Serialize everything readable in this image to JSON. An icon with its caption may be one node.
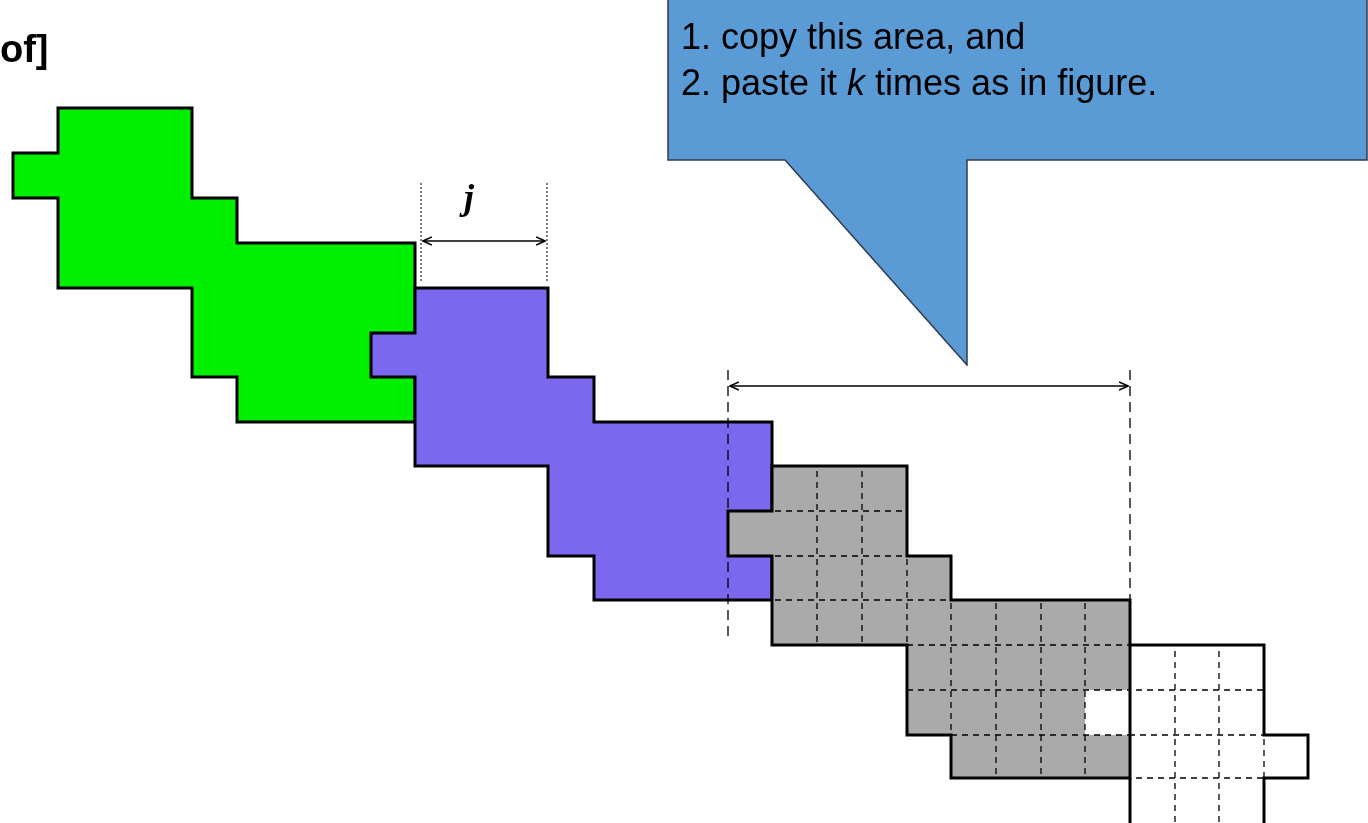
{
  "diagram": {
    "nodes": [
      {
        "text": [
          "1. copy this area, and",
          "2. paste it *k* times as in figure."
        ]
      }
    ],
    "labels": [
      "of]",
      "j"
    ]
  }
}
